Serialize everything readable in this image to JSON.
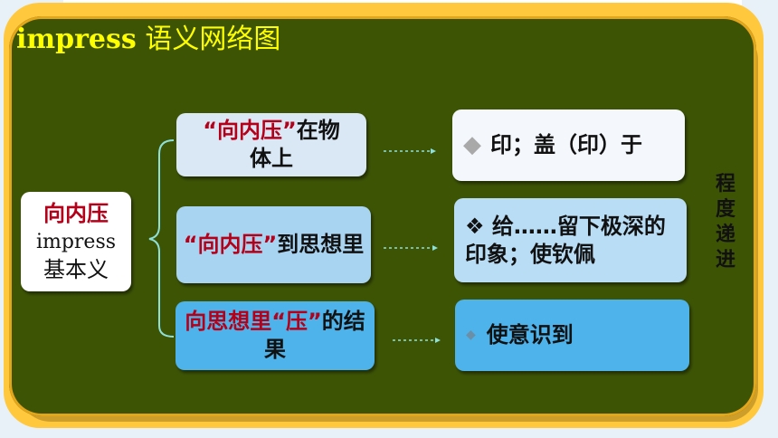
{
  "title": {
    "en": "impress",
    "cn": "语义网络图"
  },
  "core": {
    "cn": "向内压",
    "en": "impress",
    "sub": "基本义"
  },
  "levels": [
    {
      "parts": [
        "“向内压”",
        "在物体上"
      ]
    },
    {
      "parts": [
        "“向内压”",
        "到思想里"
      ]
    },
    {
      "parts": [
        "向思想里“压”",
        "的结果"
      ]
    }
  ],
  "meanings": [
    {
      "bullet": "◆",
      "text": "印；盖（印）于"
    },
    {
      "bullet": "❖",
      "text": "给……留下极深的印象；使钦佩"
    },
    {
      "bullet": "◆",
      "text": "使意识到"
    }
  ],
  "degree_label": "程度递进",
  "colors": {
    "accent_red": "#b5001a",
    "title_yellow": "#ffff00",
    "board_green": "#3d5405",
    "frame_orange": "#ffc83d"
  }
}
